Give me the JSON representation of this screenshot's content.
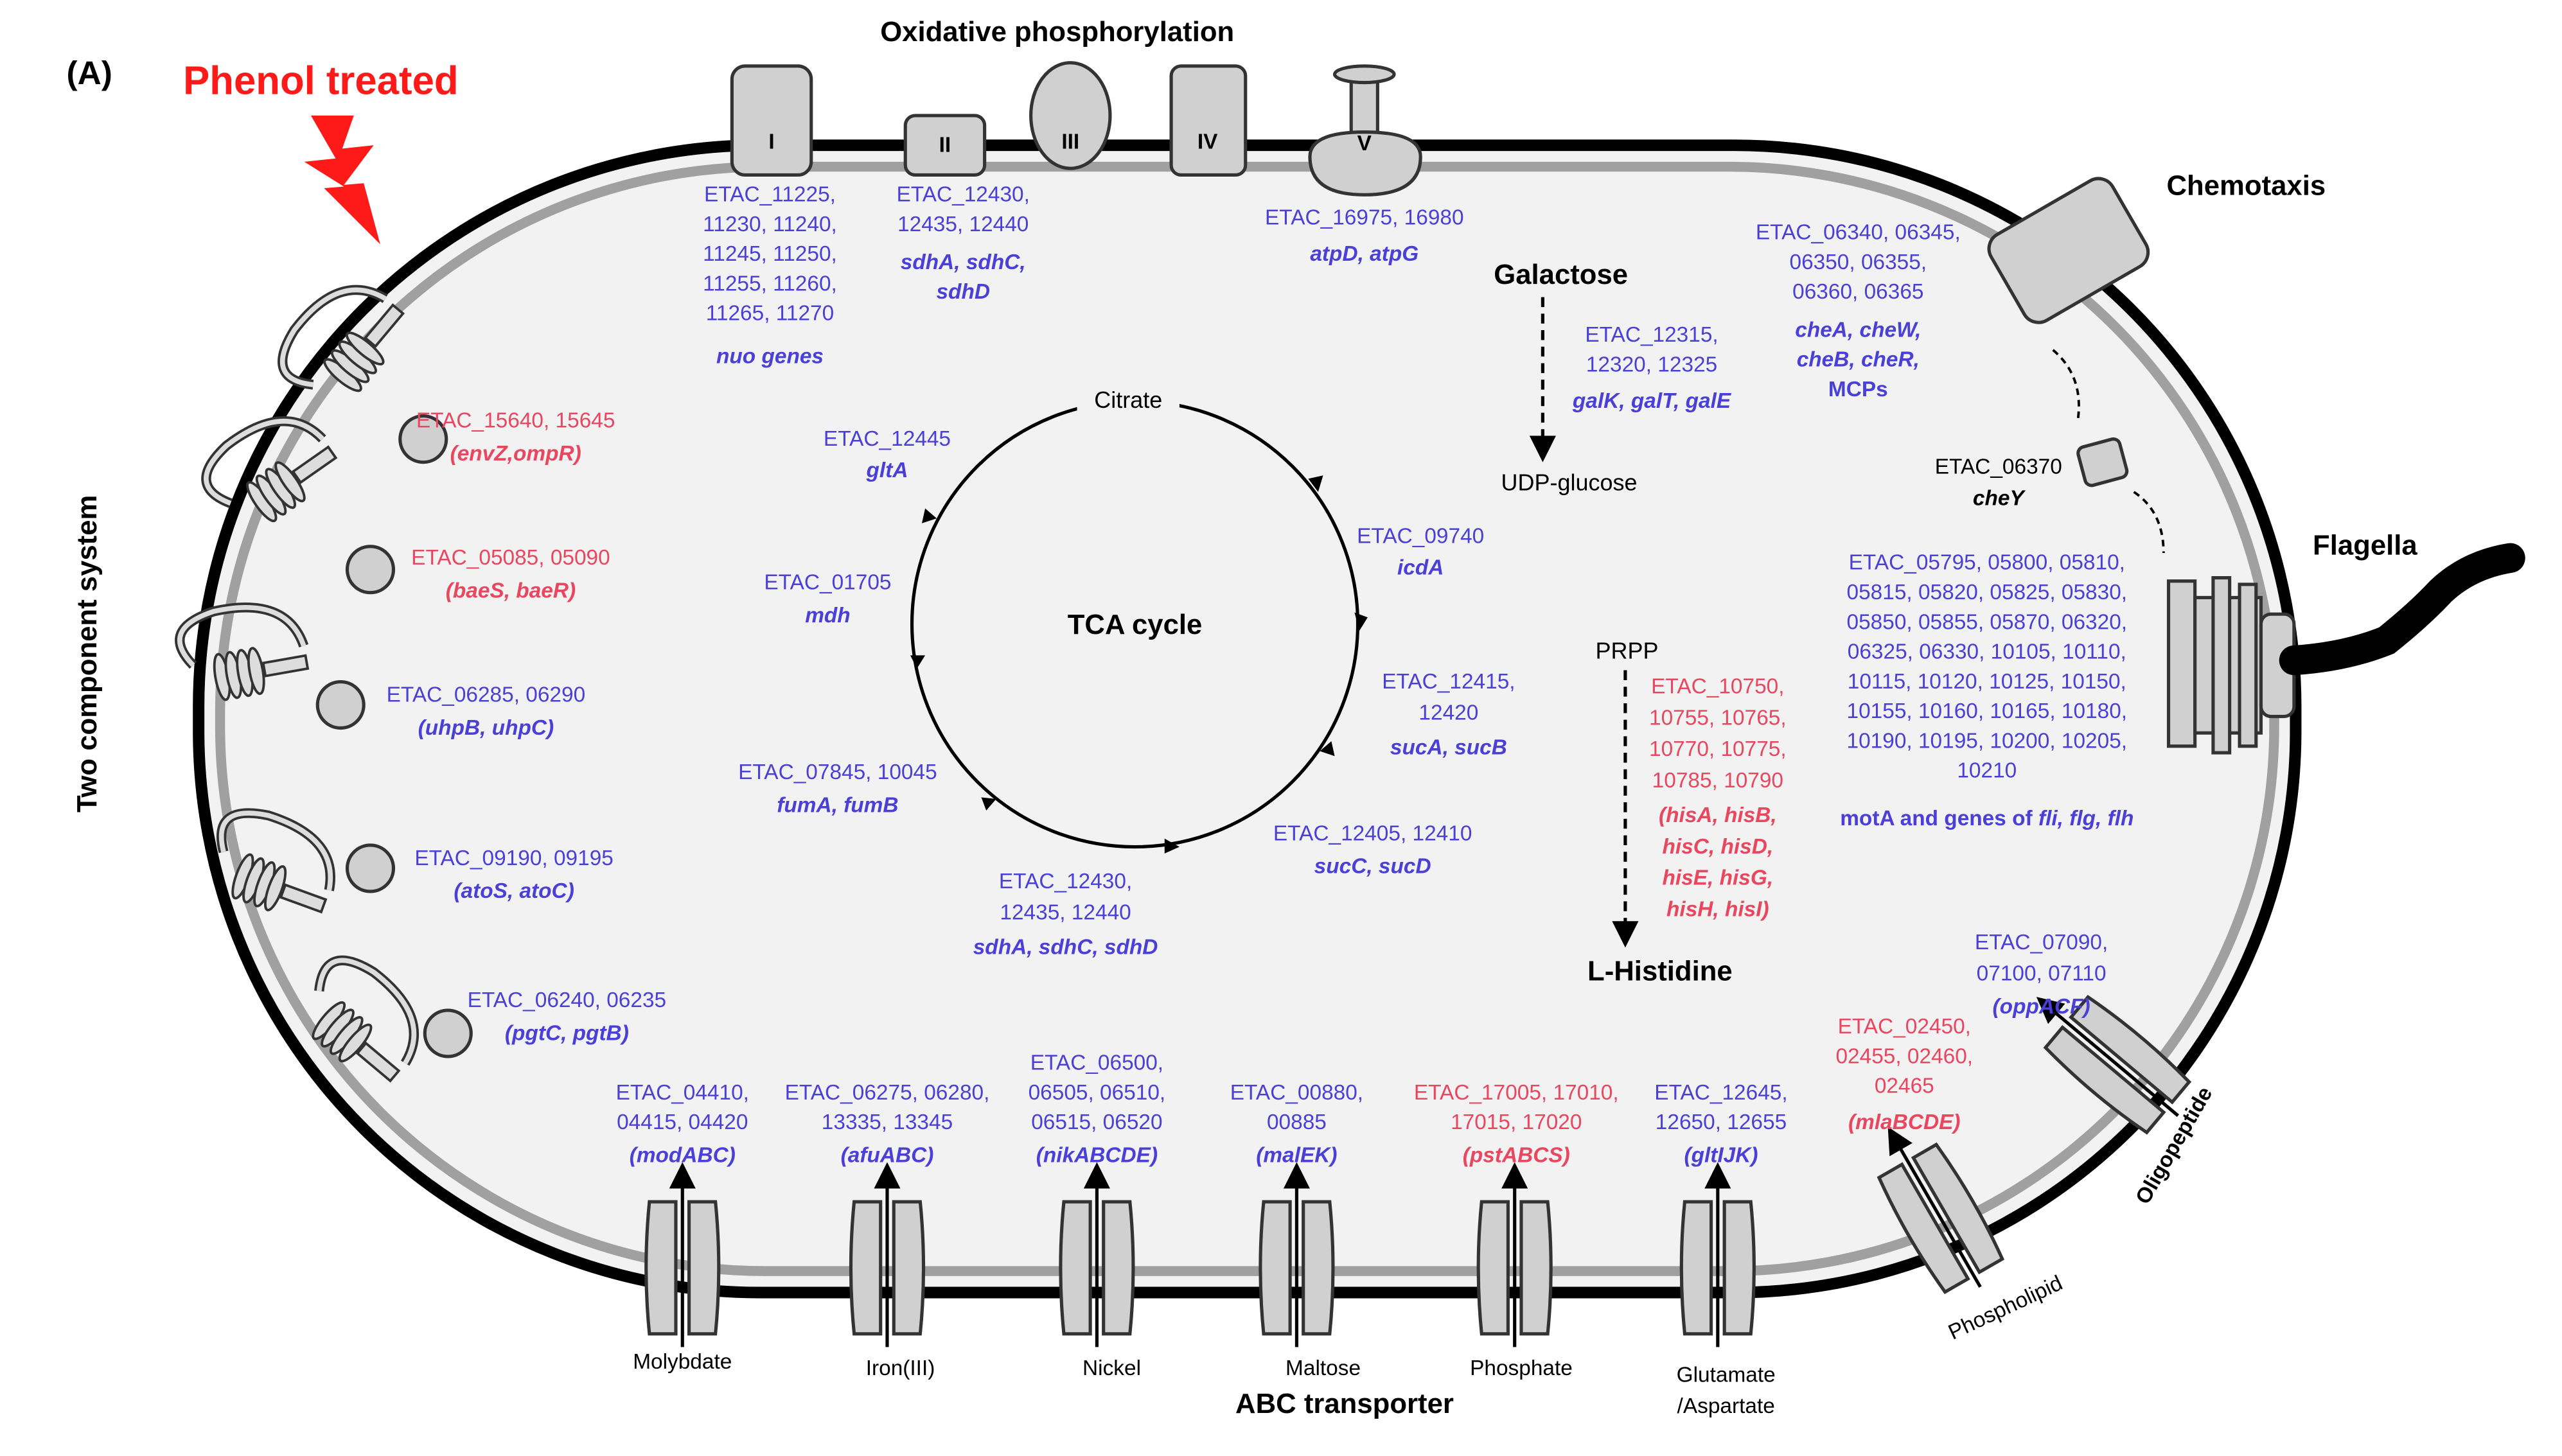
{
  "panel_label": "(A)",
  "treatment": "Phenol treated",
  "sections": {
    "oxphos": "Oxidative phosphorylation",
    "chemotaxis": "Chemotaxis",
    "flagella": "Flagella",
    "two_component": "Two component system",
    "abc": "ABC transporter",
    "tca": "TCA cycle"
  },
  "complexes": [
    "I",
    "II",
    "III",
    "IV",
    "V"
  ],
  "colors": {
    "upregulated": "#e8475f",
    "downregulated": "#4a3fd6",
    "membrane": "#999999"
  },
  "oxphos_genes": {
    "c1": [
      "ETAC_11225,",
      "11230, 11240,",
      "11245, 11250,",
      "11255, 11260,",
      "11265, 11270"
    ],
    "c1_name": "nuo genes",
    "c2": [
      "ETAC_12430,",
      "12435, 12440"
    ],
    "c2_names": [
      "sdhA, sdhC,",
      "sdhD"
    ],
    "c5": "ETAC_16975, 16980",
    "c5_name": "atpD, atpG"
  },
  "galactose": {
    "title": "Galactose",
    "ids": [
      "ETAC_12315,",
      "12320, 12325"
    ],
    "names": "galK, galT, galE",
    "product": "UDP-glucose"
  },
  "chemotaxis_genes": {
    "ids": [
      "ETAC_06340, 06345,",
      "06350, 06355,",
      "06360, 06365"
    ],
    "names": [
      "cheA, cheW,",
      "cheB, cheR,",
      "MCPs"
    ],
    "chey_id": "ETAC_06370",
    "chey_name": "cheY"
  },
  "flagella_genes": {
    "ids": [
      "ETAC_05795, 05800, 05810,",
      "05815, 05820, 05825, 05830,",
      "05850, 05855, 05870, 06320,",
      "06325, 06330, 10105, 10110,",
      "10115, 10120, 10125, 10150,",
      "10155, 10160, 10165, 10180,",
      "10190, 10195, 10200, 10205,",
      "10210"
    ],
    "names_prefix": "motA and genes of ",
    "names_italic": "fli, flg, flh"
  },
  "tca": {
    "citrate": "Citrate",
    "steps": [
      {
        "ids": [
          "ETAC_12445"
        ],
        "names": "gltA"
      },
      {
        "ids": [
          "ETAC_09740"
        ],
        "names": "icdA"
      },
      {
        "ids": [
          "ETAC_12415,",
          "12420"
        ],
        "names": "sucA, sucB"
      },
      {
        "ids": [
          "ETAC_12405, 12410"
        ],
        "names": "sucC, sucD"
      },
      {
        "ids": [
          "ETAC_12430,",
          "12435, 12440"
        ],
        "names": "sdhA, sdhC, sdhD"
      },
      {
        "ids": [
          "ETAC_07845, 10045"
        ],
        "names": "fumA, fumB"
      },
      {
        "ids": [
          "ETAC_01705"
        ],
        "names": "mdh"
      }
    ]
  },
  "histidine": {
    "start": "PRPP",
    "ids": [
      "ETAC_10750,",
      "10755, 10765,",
      "10770, 10775,",
      "10785, 10790"
    ],
    "names": [
      "hisA, hisB,",
      "hisC, hisD,",
      "hisE, hisG,",
      "hisH, hisI)"
    ],
    "product": "L-Histidine"
  },
  "two_component_genes": [
    {
      "ids": "ETAC_15640, 15645",
      "names": "envZ,ompR",
      "status": "up"
    },
    {
      "ids": "ETAC_05085, 05090",
      "names": "baeS, baeR",
      "status": "up"
    },
    {
      "ids": "ETAC_06285, 06290",
      "names": "uhpB, uhpC",
      "status": "down"
    },
    {
      "ids": "ETAC_09190, 09195",
      "names": "atoS, atoC",
      "status": "down"
    },
    {
      "ids": "ETAC_06240, 06235",
      "names": "pgtC, pgtB",
      "status": "down"
    }
  ],
  "abc_genes": [
    {
      "ids": [
        "ETAC_04410,",
        "04415, 04420"
      ],
      "names": "modABC",
      "substrate": [
        "Molybdate"
      ],
      "status": "down"
    },
    {
      "ids": [
        "ETAC_06275, 06280,",
        "13335, 13345"
      ],
      "names": "afuABC",
      "substrate": [
        "Iron(III)"
      ],
      "status": "down"
    },
    {
      "ids": [
        "ETAC_06500,",
        "06505, 06510,",
        "06515, 06520"
      ],
      "names": "nikABCDE",
      "substrate": [
        "Nickel"
      ],
      "status": "down"
    },
    {
      "ids": [
        "ETAC_00880,",
        "00885"
      ],
      "names": "malEK",
      "substrate": [
        "Maltose"
      ],
      "status": "down"
    },
    {
      "ids": [
        "ETAC_17005, 17010,",
        "17015, 17020"
      ],
      "names": "pstABCS",
      "substrate": [
        "Phosphate"
      ],
      "status": "up"
    },
    {
      "ids": [
        "ETAC_12645,",
        "12650, 12655"
      ],
      "names": "gltIJK",
      "substrate": [
        "Glutamate",
        "/Aspartate"
      ],
      "status": "down"
    },
    {
      "ids": [
        "ETAC_02450,",
        "02455, 02460,",
        "02465"
      ],
      "names": "mlaBCDE",
      "substrate": [
        "Phospholipid"
      ],
      "status": "up"
    },
    {
      "ids": [
        "ETAC_07090,",
        "07100, 07110"
      ],
      "names": "oppACF",
      "substrate": [
        "Oligopeptide"
      ],
      "status": "down"
    }
  ]
}
